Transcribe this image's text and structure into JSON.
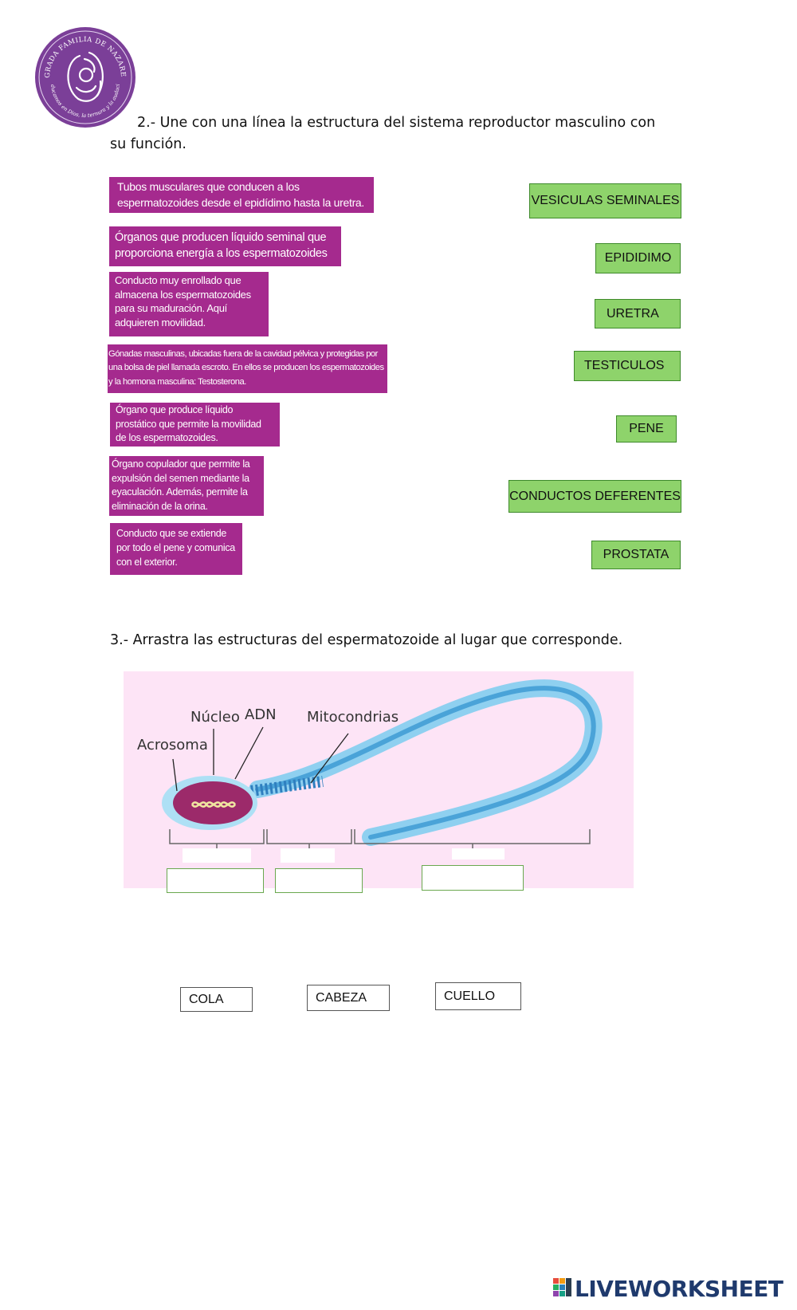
{
  "logo": {
    "text_top": "SAGRADA FAMILIA DE NAZARETH",
    "text_bottom": "Educamos en Dios, la ternura y la audacia",
    "color": "#7b3f98"
  },
  "q2": {
    "title": "2.- Une con una línea la estructura del sistema reproductor masculino con su función.",
    "definitions": [
      "Tubos musculares que conducen a los espermatozoides desde el epidídimo hasta la uretra.",
      "Órganos que producen líquido seminal que proporciona energía a los espermatozoides",
      "Conducto muy enrollado que almacena los espermatozoides para su maduración. Aquí adquieren movilidad.",
      "Gónadas masculinas, ubicadas fuera de la cavidad pélvica y protegidas por una bolsa de piel llamada escroto. En ellos se producen los espermatozoides y la hormona masculina: Testosterona.",
      "Órgano que produce líquido prostático que permite la movilidad de los espermatozoides.",
      "Órgano copulador que permite la expulsión del semen mediante la eyaculación. Además, permite la eliminación de la orina.",
      "Conducto que se extiende por todo el pene y comunica con el exterior."
    ],
    "terms": [
      "VESICULAS SEMINALES",
      "EPIDIDIMO",
      "URETRA",
      "TESTICULOS",
      "PENE",
      "CONDUCTOS DEFERENTES",
      "PROSTATA"
    ]
  },
  "q3": {
    "title": "3.- Arrastra las estructuras del espermatozoide al lugar que corresponde.",
    "diagram_labels": {
      "nucleo": "Núcleo",
      "adn": "ADN",
      "mitocondrias": "Mitocondrias",
      "acrosoma": "Acrosoma"
    },
    "chips": [
      "COLA",
      "CABEZA",
      "CUELLO"
    ]
  },
  "footer": {
    "brand": "LIVEWORKSHEETS"
  },
  "colors": {
    "definition_bg": "#a52a8e",
    "term_bg": "#8ed36b",
    "term_border": "#3e8a2b",
    "diagram_bg": "#fde4f6"
  }
}
